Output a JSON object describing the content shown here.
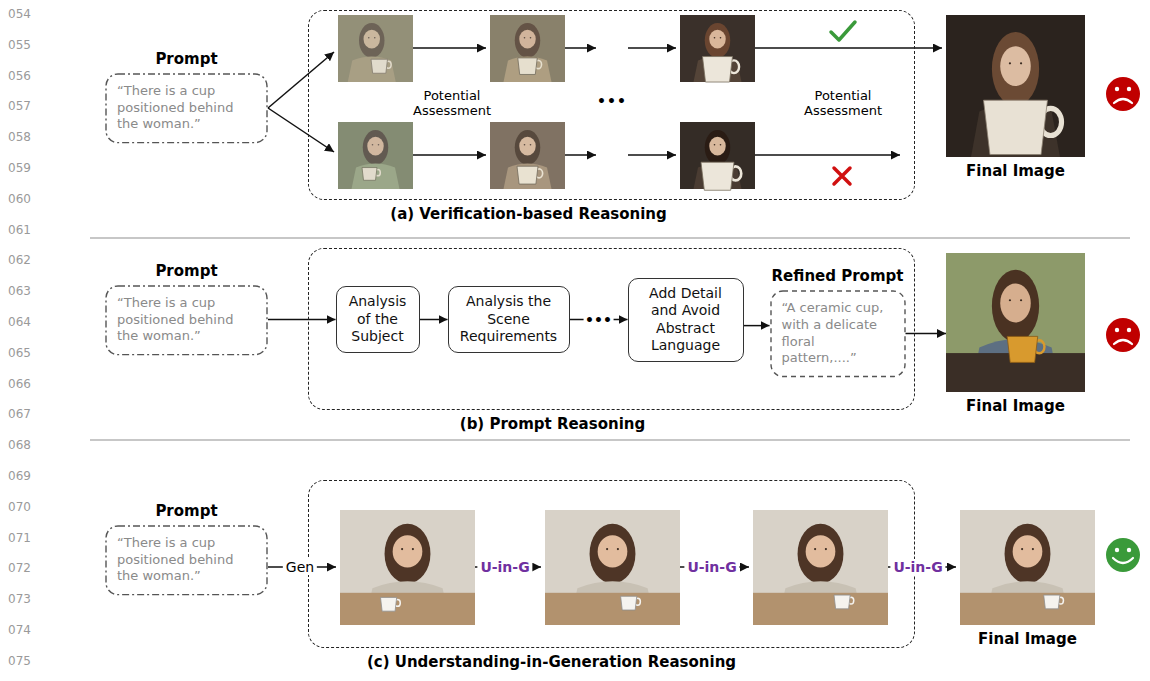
{
  "diagram": {
    "nodes": [
      {
        "text": [
          "Prompt",
          "“There is a cup positioned behind the woman.”"
        ]
      },
      {
        "text": [
          "(a) Verification-based Reasoning"
        ]
      },
      {
        "text": [
          "Final Image"
        ]
      },
      {
        "text": [
          "Prompt",
          "“There is a cup positioned behind the woman.”"
        ]
      },
      {
        "text": [
          "(b) Prompt Reasoning"
        ]
      },
      {
        "text": [
          "Analysis of the Subject"
        ],
        "in": 4
      },
      {
        "text": [
          "Analysis the Scene Requirements"
        ],
        "in": 4
      },
      {
        "text": [
          "Add Detail and Avoid Abstract Language"
        ],
        "in": 4
      },
      {
        "text": [
          "Refined Prompt",
          "“A ceramic cup, with a delicate floral pattern,....”"
        ],
        "in": 4
      },
      {
        "text": [
          "Final Image"
        ]
      },
      {
        "text": [
          "Prompt",
          "“There is a cup positioned behind the woman.”"
        ]
      },
      {
        "text": [
          "(c) Understanding-in-Generation Reasoning"
        ]
      },
      {
        "text": [
          "Final Image"
        ]
      }
    ],
    "edges": [
      {
        "from": 3,
        "to": 5,
        "arrow": "to"
      },
      {
        "from": 5,
        "to": 6,
        "arrow": "to"
      },
      {
        "from": 6,
        "to": 7,
        "label": "•••",
        "arrow": "to"
      },
      {
        "from": 7,
        "to": 8,
        "arrow": "to"
      },
      {
        "from": 8,
        "to": 9,
        "arrow": "to"
      }
    ],
    "labels": [
      "054",
      "055",
      "056",
      "057",
      "058",
      "059",
      "060",
      "061",
      "062",
      "063",
      "064",
      "065",
      "066",
      "067",
      "068",
      "069",
      "070",
      "071",
      "072",
      "073",
      "074",
      "075",
      "Potential Assessment",
      "•••",
      "Potential Assessment",
      "Gen",
      "U-in-G",
      "U-in-G",
      "U-in-G"
    ]
  }
}
